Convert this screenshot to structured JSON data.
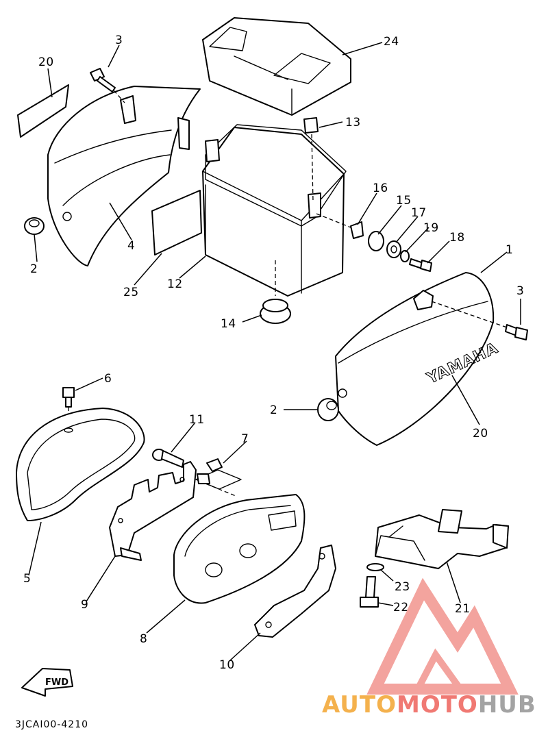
{
  "diagram": {
    "code": "3JCAI00-4210",
    "fwd_label": "FWD",
    "brand_text": "YAMAHA",
    "callouts": {
      "c1": "1",
      "c2a": "2",
      "c2b": "2",
      "c3a": "3",
      "c3b": "3",
      "c4": "4",
      "c5": "5",
      "c6": "6",
      "c7": "7",
      "c8": "8",
      "c9": "9",
      "c10": "10",
      "c11": "11",
      "c12": "12",
      "c13": "13",
      "c14": "14",
      "c15": "15",
      "c16": "16",
      "c17": "17",
      "c18": "18",
      "c19": "19",
      "c20a": "20",
      "c20b": "20",
      "c21": "21",
      "c22": "22",
      "c23": "23",
      "c24": "24",
      "c25": "25"
    }
  },
  "watermark": {
    "part1": "AUTO",
    "part2": "MOTO",
    "part3": "HUB",
    "colors": {
      "auto": "#f3a93a",
      "moto": "#ef6b64",
      "hub": "#9a9a9a",
      "logo": "#f29a94"
    }
  }
}
